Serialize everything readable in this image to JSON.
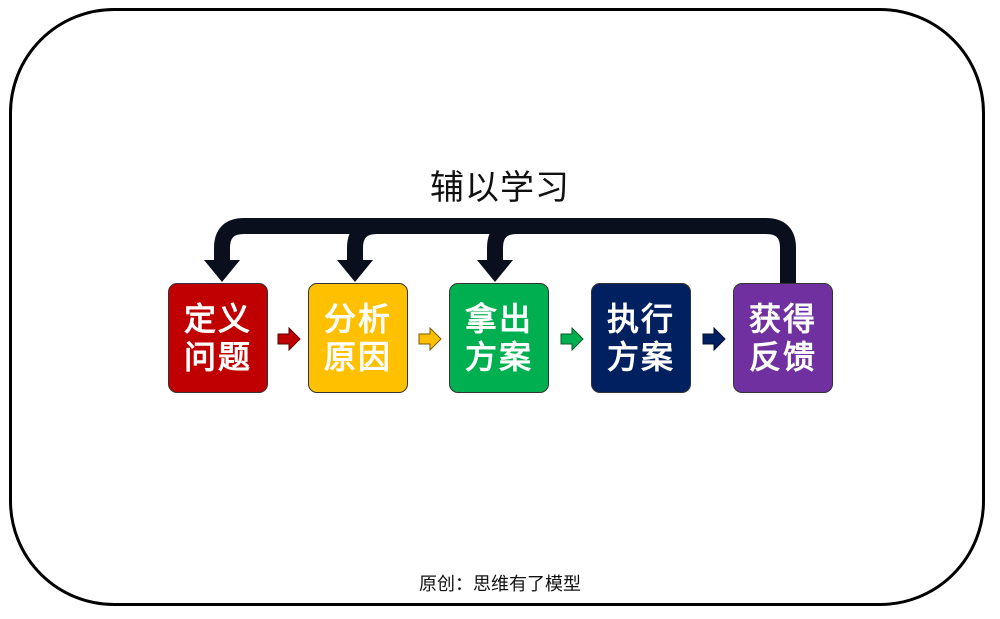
{
  "title": "辅以学习",
  "steps": [
    {
      "line1": "定义",
      "line2": "问题",
      "color": "#C00000"
    },
    {
      "line1": "分析",
      "line2": "原因",
      "color": "#FFC000"
    },
    {
      "line1": "拿出",
      "line2": "方案",
      "color": "#00B050"
    },
    {
      "line1": "执行",
      "line2": "方案",
      "color": "#002060"
    },
    {
      "line1": "获得",
      "line2": "反馈",
      "color": "#7030A0"
    }
  ],
  "connector_arrows": [
    {
      "from": "定义问题",
      "to": "分析原因",
      "color": "#C00000"
    },
    {
      "from": "分析原因",
      "to": "拿出方案",
      "color": "#FFC000"
    },
    {
      "from": "拿出方案",
      "to": "执行方案",
      "color": "#00B050"
    },
    {
      "from": "执行方案",
      "to": "获得反馈",
      "color": "#002060"
    }
  ],
  "feedback_loop": {
    "from": "获得反馈",
    "to": [
      "定义问题",
      "分析原因",
      "拿出方案"
    ],
    "color": "#0a0f1e"
  },
  "footer": "原创：思维有了模型"
}
